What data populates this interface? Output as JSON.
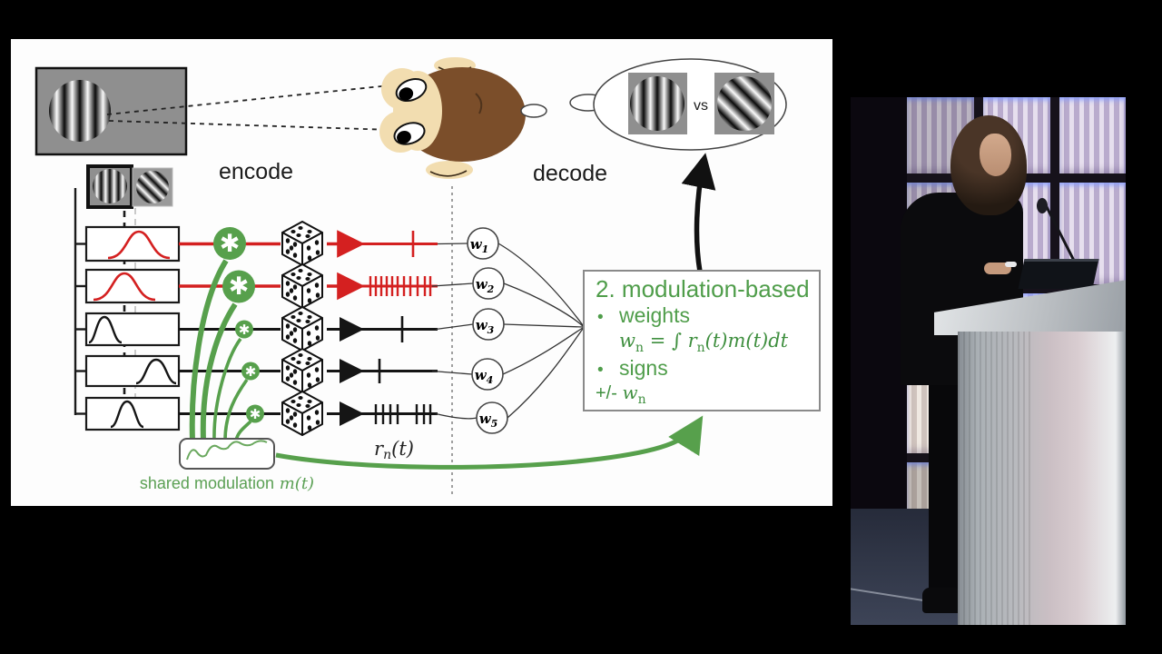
{
  "colors": {
    "accent_green": "#57a04c",
    "text_green": "#4f9d4a",
    "accent_red": "#d42020",
    "monkey_brown": "#7b4e2a",
    "slide_background": "#fdfdfd"
  },
  "slide": {
    "encode_label": "encode",
    "decode_label": "decode",
    "comparison": {
      "vs_label": "vs"
    },
    "gain_icon": "✱",
    "weight_nodes": [
      {
        "base": "w",
        "sub": "1"
      },
      {
        "base": "w",
        "sub": "2"
      },
      {
        "base": "w",
        "sub": "3"
      },
      {
        "base": "w",
        "sub": "4"
      },
      {
        "base": "w",
        "sub": "5"
      }
    ],
    "rate_label": {
      "base": "r",
      "sub": "n",
      "args": "(t)"
    },
    "modulation_label": {
      "text": "shared modulation",
      "math": " m(t)"
    },
    "green_box": {
      "title": "2. modulation-based",
      "bullet": "•",
      "item_weights": "weights",
      "formula": {
        "w": "w",
        "w_sub": "n",
        "eq": " = ",
        "integral": " ∫ ",
        "r": "r",
        "r_sub": "n",
        "tail": "(t)m(t)dt"
      },
      "item_signs": "signs",
      "sign_range": {
        "prefix": "+/- ",
        "w": "w",
        "w_sub": "n"
      }
    }
  }
}
